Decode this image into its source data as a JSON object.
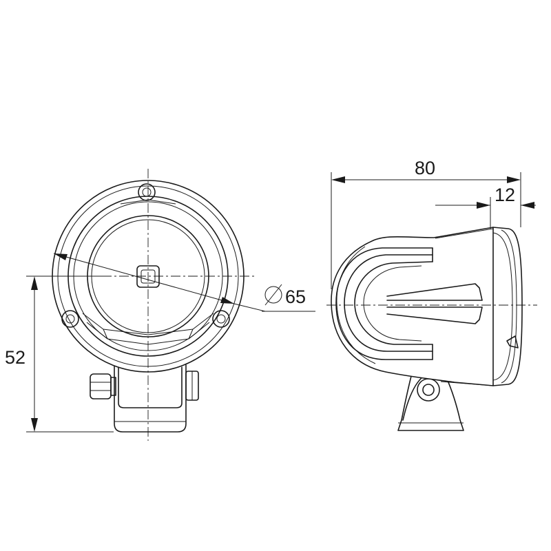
{
  "dimensions": {
    "diameter_symbol": "Ø",
    "diameter_value": "65",
    "height_value": "52",
    "depth_value": "80",
    "lens_depth_value": "12"
  },
  "colors": {
    "line": "#1a1a1a",
    "background": "#ffffff"
  }
}
